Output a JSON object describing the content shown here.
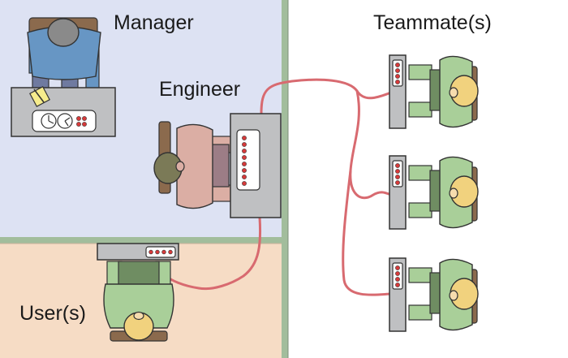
{
  "labels": {
    "manager": "Manager",
    "engineer": "Engineer",
    "teammates": "Teammate(s)",
    "users": "User(s)"
  },
  "colors": {
    "manager_room": "#dde2f3",
    "user_room": "#f6dcc5",
    "wall": "#a2bd9c",
    "wire": "#d86a70",
    "desk": "#bfc0c2",
    "teammate_shirt": "#a9cf99",
    "teammate_hair": "#f1d27e",
    "engineer_shirt": "#dbaea4",
    "engineer_hair": "#7b7a57",
    "manager_shirt": "#6796c4",
    "manager_hair": "#8a8a8a",
    "indicator_light": "#d73a3a"
  },
  "icons": {
    "manager_desk": "desk-with-gauges-icon",
    "sticky_note": "sticky-note-icon",
    "control_panel": "control-panel-icon"
  }
}
